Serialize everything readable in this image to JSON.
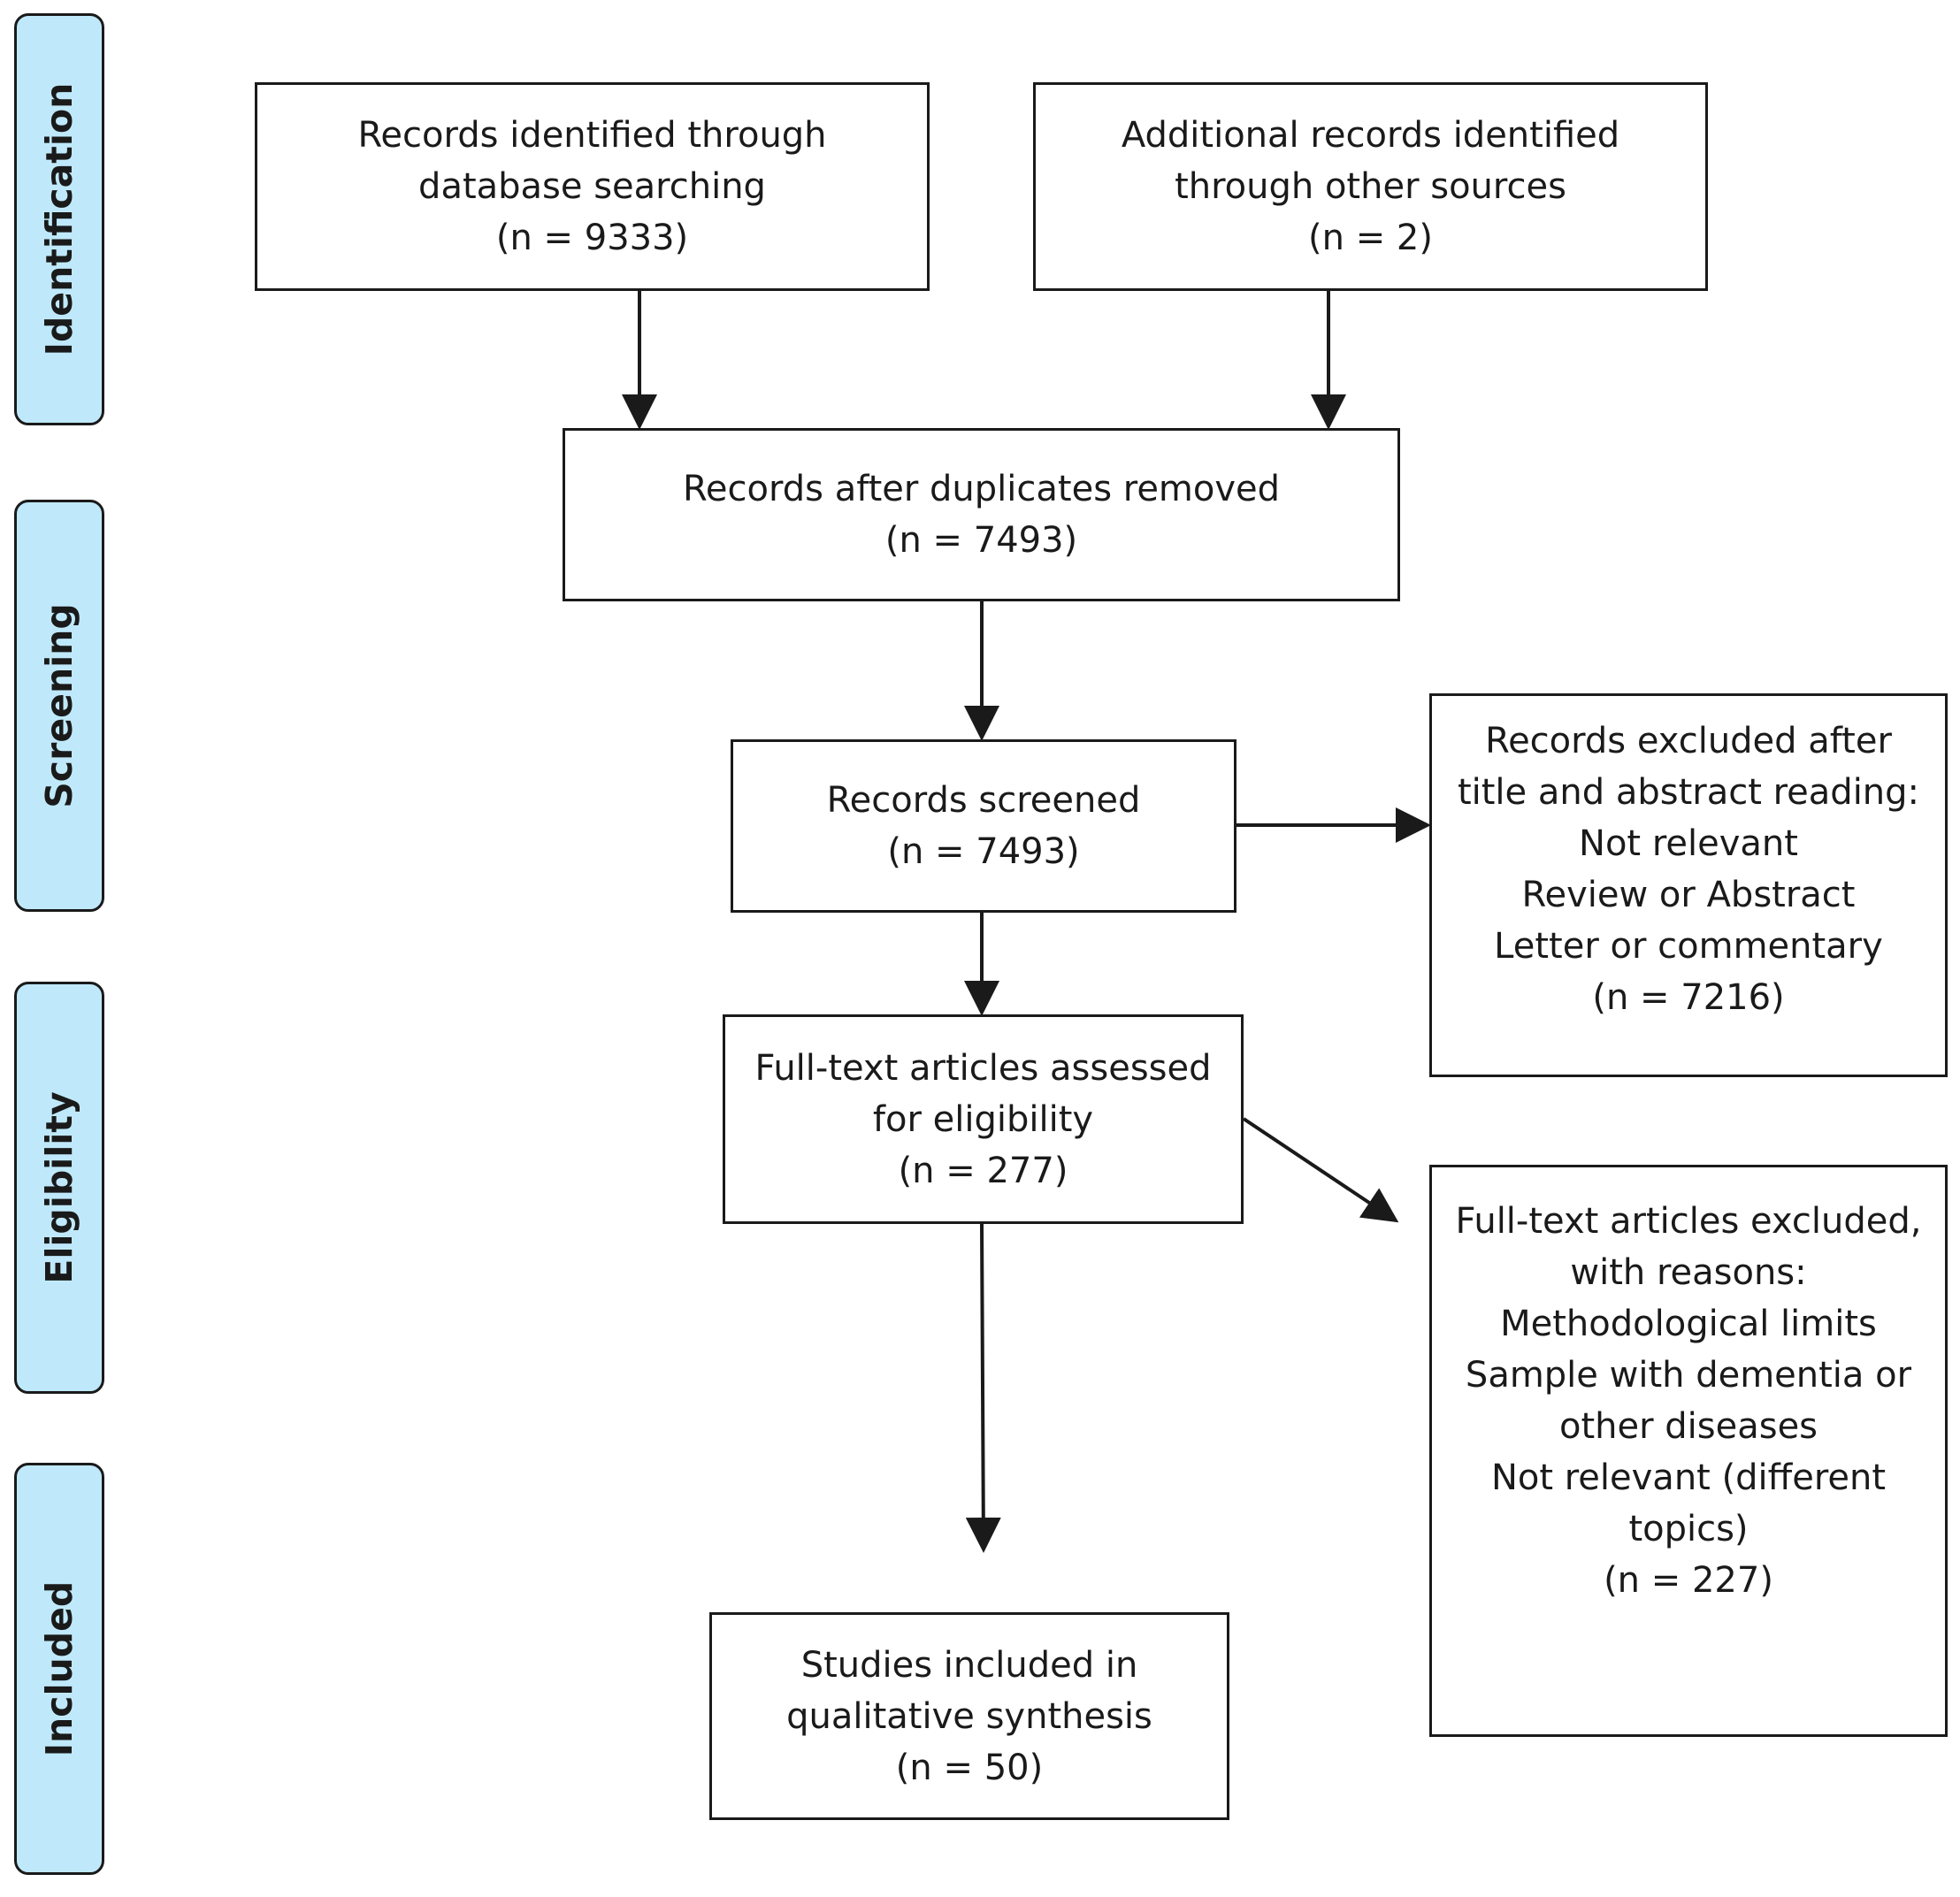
{
  "phases": {
    "identification": "Identification",
    "screening": "Screening",
    "eligibility": "Eligibility",
    "included": "Included"
  },
  "boxes": {
    "database_records": {
      "lines": [
        "Records identified through",
        "database searching",
        "(n = 9333)"
      ]
    },
    "other_sources": {
      "lines": [
        "Additional records identified",
        "through other sources",
        "(n = 2)"
      ]
    },
    "duplicates_removed": {
      "lines": [
        "Records after duplicates removed",
        "(n = 7493)"
      ]
    },
    "screened": {
      "lines": [
        "Records screened",
        "(n = 7493)"
      ]
    },
    "excluded_title_abstract": {
      "lines": [
        "Records excluded after",
        "title and abstract reading:",
        "Not relevant",
        "Review or Abstract",
        "Letter or commentary",
        "(n = 7216)"
      ]
    },
    "full_text_assessed": {
      "lines": [
        "Full-text articles assessed",
        "for eligibility",
        "(n = 277)"
      ]
    },
    "full_text_excluded": {
      "lines": [
        "Full-text articles excluded,",
        "with reasons:",
        "Methodological limits",
        "Sample with dementia or",
        "other diseases",
        "Not relevant (different",
        "topics)",
        "(n = 227)"
      ]
    },
    "included": {
      "lines": [
        "Studies included in",
        "qualitative synthesis",
        "(n = 50)"
      ]
    }
  },
  "colors": {
    "phase_fill": "#bfe9fb",
    "stroke": "#1a1a1a",
    "box_fill": "#ffffff"
  }
}
